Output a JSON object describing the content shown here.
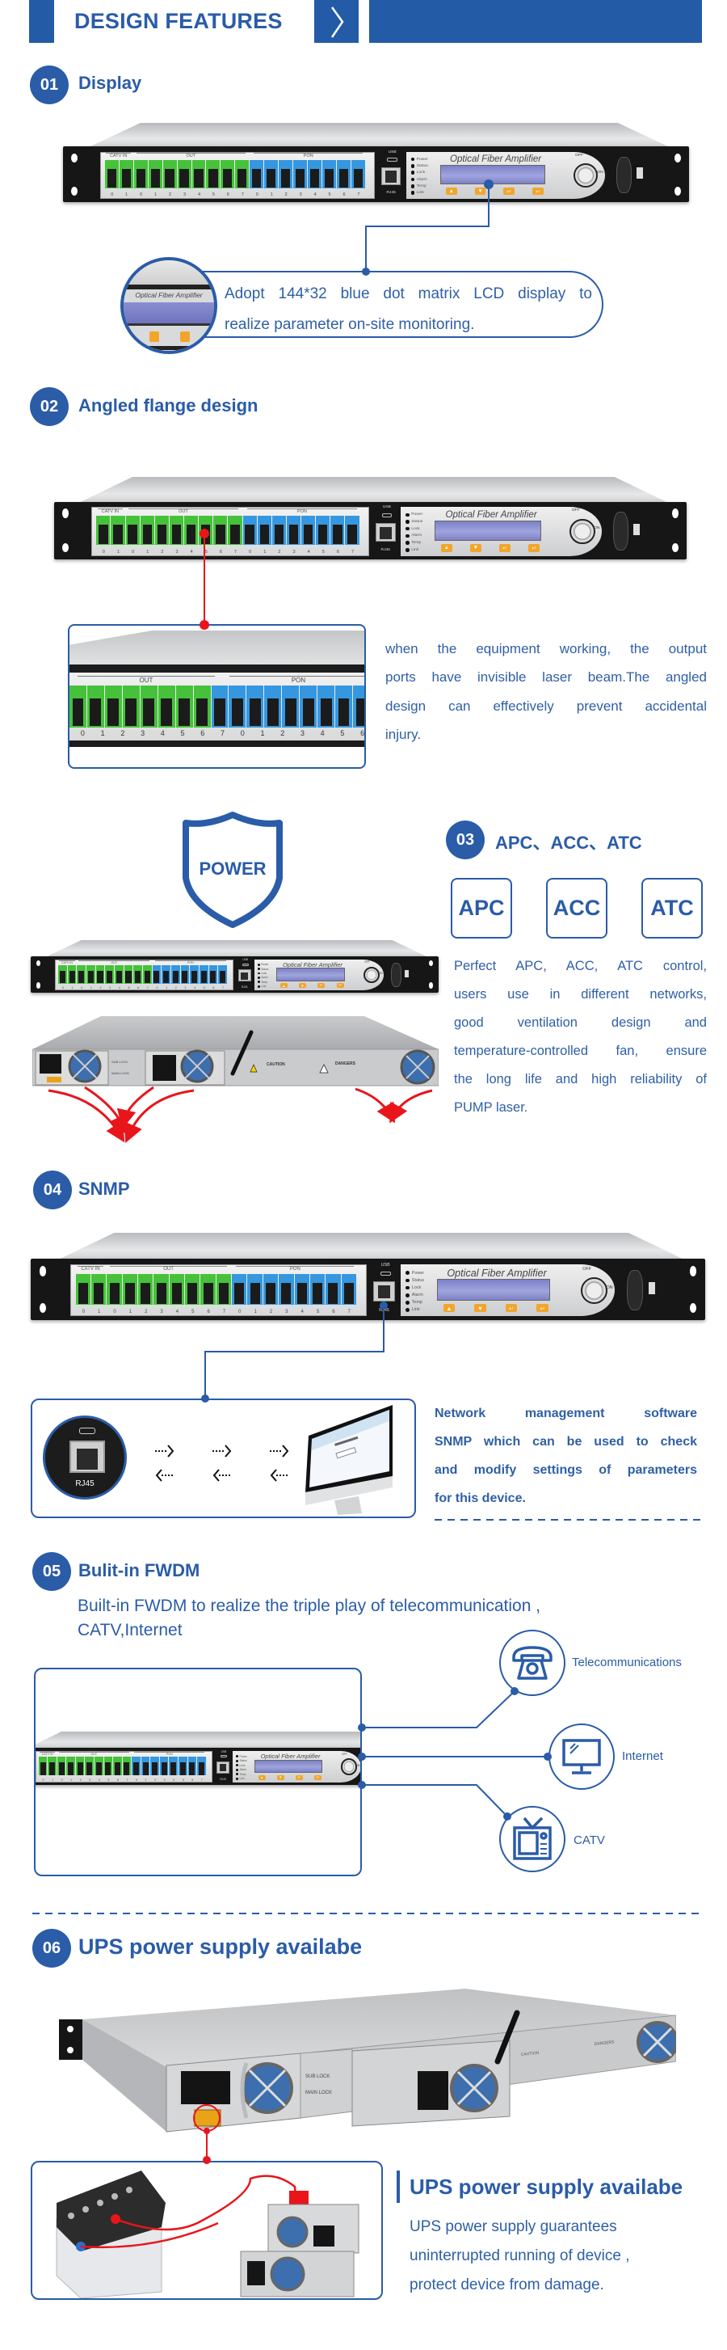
{
  "header": {
    "title": "DESIGN FEATURES"
  },
  "colors": {
    "brand_blue": "#2a5ca8",
    "header_blue": "#235ba7",
    "accent_red": "#e8151b",
    "button_orange": "#f2a52a",
    "port_green": "#45c23a",
    "port_blue": "#3597df"
  },
  "device": {
    "name": "Optical Fiber Amplifier",
    "catv_in": "CATV IN",
    "out": "OUT",
    "pon": "PON",
    "usb": "USB",
    "rj45": "RJ45",
    "off": "OFF",
    "on": "ON",
    "leds": [
      "Power",
      "Status",
      "Lock",
      "Alarm",
      "Temp",
      "Link"
    ],
    "port_numbers": [
      "0",
      "1",
      "0",
      "1",
      "2",
      "3",
      "4",
      "5",
      "6",
      "7",
      "0",
      "1",
      "2",
      "3",
      "4",
      "5",
      "6",
      "7"
    ],
    "buttons": [
      "▲",
      "▼",
      "↵",
      "↩"
    ]
  },
  "rear": {
    "caution": "CAUTION",
    "dangers": "DANGERS",
    "sub_lock": "SUB LOCK",
    "main_lock": "MAIN LOCK"
  },
  "s01": {
    "num": "01",
    "title": "Display",
    "callout": [
      "Adopt 144*32 blue dot matrix LCD display to",
      "realize parameter on-site monitoring."
    ]
  },
  "s02": {
    "num": "02",
    "title": "Angled flange design",
    "detail_numbers": [
      "0",
      "1",
      "2",
      "3",
      "4",
      "5",
      "6",
      "7",
      "0",
      "1",
      "2",
      "3",
      "4",
      "5",
      "6"
    ],
    "text": [
      "when the equipment working, the output",
      "ports have invisible laser beam.The angled",
      "design can effectively prevent accidental",
      "injury."
    ]
  },
  "s03": {
    "num": "03",
    "title": "APC、ACC、ATC",
    "shield_label": "POWER",
    "boxes": [
      "APC",
      "ACC",
      "ATC"
    ],
    "text": [
      "Perfect APC, ACC, ATC control,",
      "users use in different networks,",
      "good ventilation design and",
      "temperature-controlled fan, ensure",
      "the long life and high reliability of",
      "PUMP laser."
    ]
  },
  "s04": {
    "num": "04",
    "title": "SNMP",
    "rj45_label": "RJ45",
    "text": [
      "Network management software",
      "SNMP which can be used to check",
      "and modify settings of parameters",
      "for this device."
    ]
  },
  "s05": {
    "num": "05",
    "title": "Bulit-in FWDM",
    "text": [
      "Built-in FWDM to realize the triple play of telecommunication ,",
      "CATV,Internet"
    ],
    "services": [
      "Telecommunications",
      "Internet",
      "CATV"
    ]
  },
  "s06": {
    "num": "06",
    "title": "UPS power supply availabe",
    "side_title": "UPS power supply availabe",
    "text": [
      "UPS power supply guarantees",
      "uninterrupted running of device ,",
      "protect device from damage."
    ]
  }
}
